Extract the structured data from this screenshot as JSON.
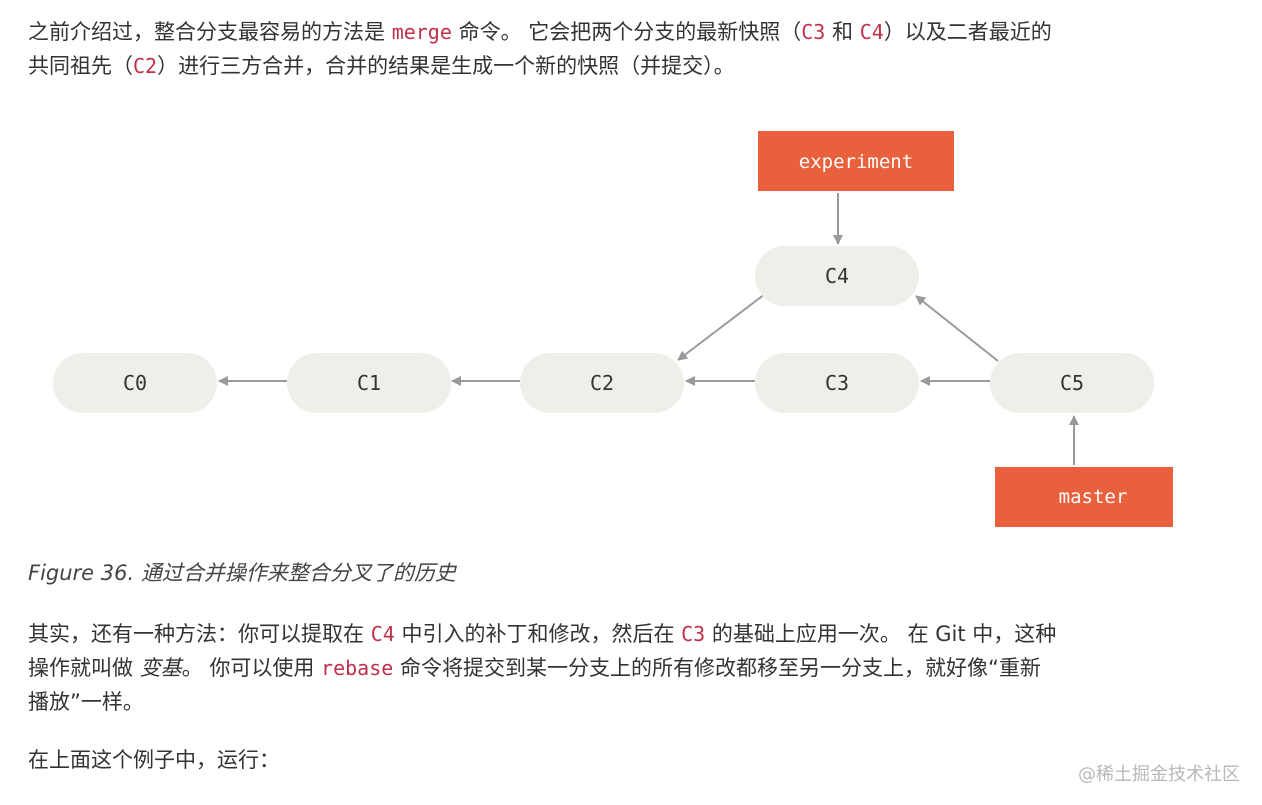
{
  "intro": {
    "t1": "之前介绍过，整合分支最容易的方法是 ",
    "code_merge": "merge",
    "t2": " 命令。 它会把两个分支的最新快照（",
    "c3": "C3",
    "t3": " 和 ",
    "c4": "C4",
    "t4": "）以及二者最近的",
    "t5": "共同祖先（",
    "c2": "C2",
    "t6": "）进行三方合并，合并的结果是生成一个新的快照（并提交）。"
  },
  "diagram": {
    "commits": [
      "C0",
      "C1",
      "C2",
      "C3",
      "C4",
      "C5"
    ],
    "branches": [
      "experiment",
      "master"
    ],
    "node_fill": "#efefea",
    "branch_fill": "#e8603c",
    "arrow_color": "#9a9a9a"
  },
  "caption": "Figure 36. 通过合并操作来整合分叉了的历史",
  "para2": {
    "t1": "其实，还有一种方法：你可以提取在 ",
    "c4": "C4",
    "t2": " 中引入的补丁和修改，然后在 ",
    "c3": "C3",
    "t3": " 的基础上应用一次。 在 Git 中，这种",
    "t4": "操作就叫做 ",
    "term": "变基",
    "t5": "。 你可以使用 ",
    "code_rebase": "rebase",
    "t6": " 命令将提交到某一分支上的所有修改都移至另一分支上，就好像“重新",
    "t7": "播放”一样。"
  },
  "para3": "在上面这个例子中，运行：",
  "watermark": "@稀土掘金技术社区"
}
